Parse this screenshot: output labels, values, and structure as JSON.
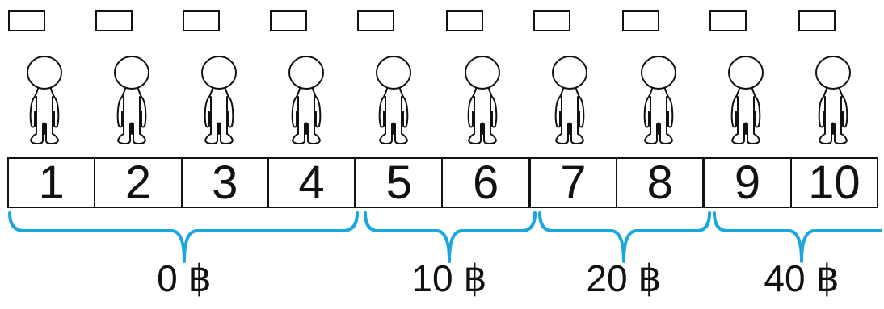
{
  "seats": [
    "1",
    "2",
    "3",
    "4",
    "5",
    "6",
    "7",
    "8",
    "9",
    "10"
  ],
  "price_groups": [
    {
      "seats": [
        "1",
        "2",
        "3",
        "4"
      ],
      "label": "0 ฿"
    },
    {
      "seats": [
        "5",
        "6"
      ],
      "label": "10 ฿"
    },
    {
      "seats": [
        "7",
        "8"
      ],
      "label": "20 ฿"
    },
    {
      "seats": [
        "9",
        "10"
      ],
      "label": "40 ฿"
    }
  ],
  "colors": {
    "bracket": "#1aa7e0",
    "outline": "#111111",
    "background": "#ffffff"
  },
  "icons": {
    "person": "person-figure-icon",
    "answer_box": "empty-answer-box"
  }
}
